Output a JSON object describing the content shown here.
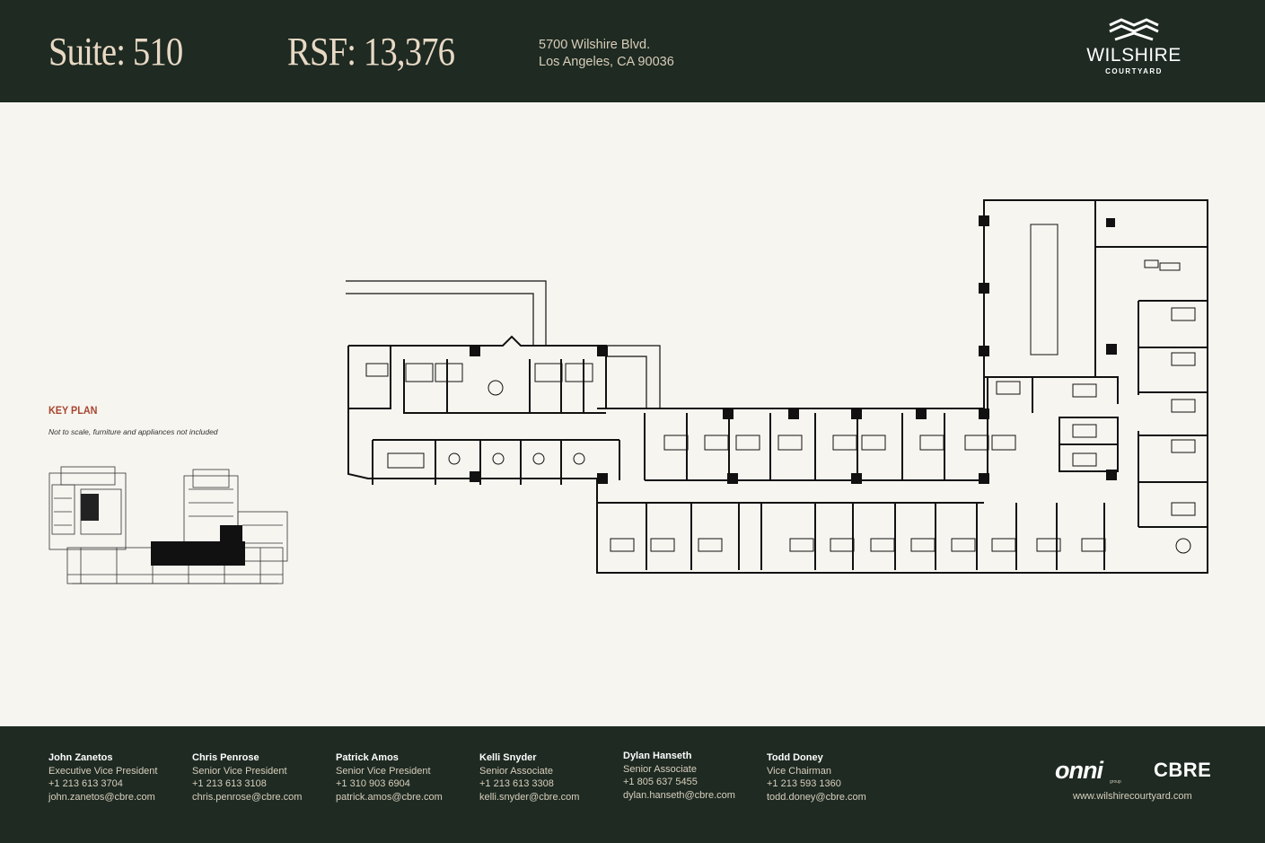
{
  "header": {
    "suite": "Suite: 510",
    "rsf": "RSF: 13,376",
    "address_line1": "5700 Wilshire Blvd.",
    "address_line2": "Los Angeles, CA 90036",
    "brand_name": "WILSHIRE",
    "brand_sub": "COURTYARD"
  },
  "keyplan": {
    "title": "KEY PLAN",
    "note": "Not to scale, furniture and appliances not included"
  },
  "contacts": [
    {
      "name": "John Zanetos",
      "title": "Executive Vice President",
      "phone": "+1 213 613 3704",
      "email": "john.zanetos@cbre.com"
    },
    {
      "name": "Chris Penrose",
      "title": "Senior Vice President",
      "phone": "+1 213 613 3108",
      "email": "chris.penrose@cbre.com"
    },
    {
      "name": "Patrick Amos",
      "title": "Senior Vice President",
      "phone": "+1 310 903 6904",
      "email": "patrick.amos@cbre.com"
    },
    {
      "name": "Kelli Snyder",
      "title": "Senior Associate",
      "phone": "+1 213 613 3308",
      "email": "kelli.snyder@cbre.com"
    },
    {
      "name": "Dylan Hanseth",
      "title": "Senior Associate",
      "phone": "+1 805 637 5455",
      "email": "dylan.hanseth@cbre.com"
    },
    {
      "name": "Todd Doney",
      "title": "Vice Chairman",
      "phone": "+1 213 593 1360",
      "email": "todd.doney@cbre.com"
    }
  ],
  "footer": {
    "logo_onni": "onni",
    "logo_onni_sub": "group",
    "logo_cbre": "CBRE",
    "website": "www.wilshirecourtyard.com"
  },
  "colors": {
    "dark_green": "#1e2a22",
    "cream": "#f7f5f0",
    "accent": "#a8452e",
    "header_text": "#e8d9c4"
  }
}
